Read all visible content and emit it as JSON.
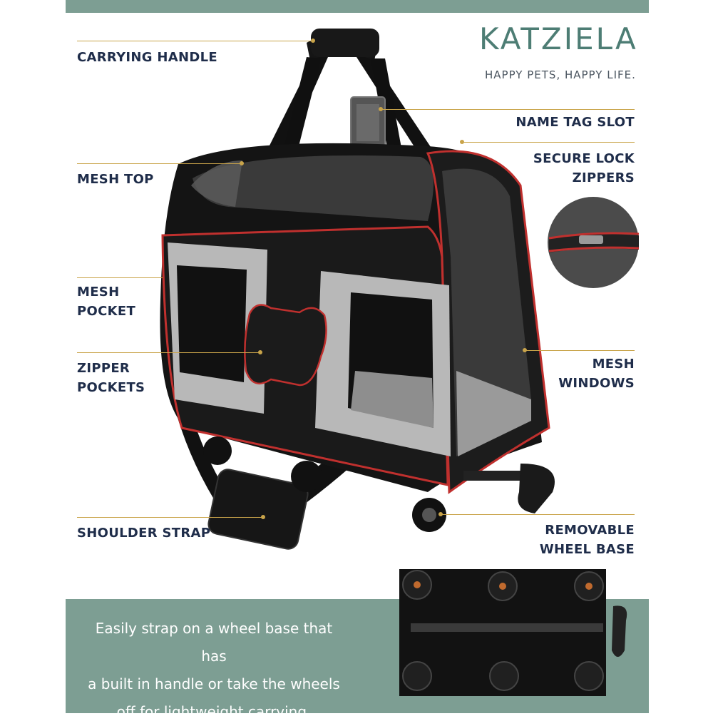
{
  "brand": {
    "name": "KATZIELA",
    "tagline": "HAPPY PETS, HAPPY LIFE.",
    "colors": {
      "accent_teal": "#7d9e93",
      "leader_gold": "#c9a44a",
      "label_navy": "#1f2d4a"
    }
  },
  "labels": {
    "carrying_handle": "CARRYING HANDLE",
    "mesh_top": "MESH TOP",
    "mesh_pocket_1": "MESH",
    "mesh_pocket_2": "POCKET",
    "zipper_pockets_1": "ZIPPER",
    "zipper_pockets_2": "POCKETS",
    "shoulder_strap": "SHOULDER STRAP",
    "name_tag_slot": "NAME TAG SLOT",
    "secure_lock_1": "SECURE LOCK",
    "secure_lock_2": "ZIPPERS",
    "mesh_windows_1": "MESH",
    "mesh_windows_2": "WINDOWS",
    "wheel_base_1": "REMOVABLE",
    "wheel_base_2": "WHEEL BASE"
  },
  "bottom": {
    "line1": "Easily strap on a wheel base that has",
    "line2": "a built in handle or take the wheels",
    "line3": "off for lightweight carrying."
  },
  "icons": [
    "pet-carrier-image",
    "zipper-closeup-image",
    "wheel-base-image"
  ]
}
